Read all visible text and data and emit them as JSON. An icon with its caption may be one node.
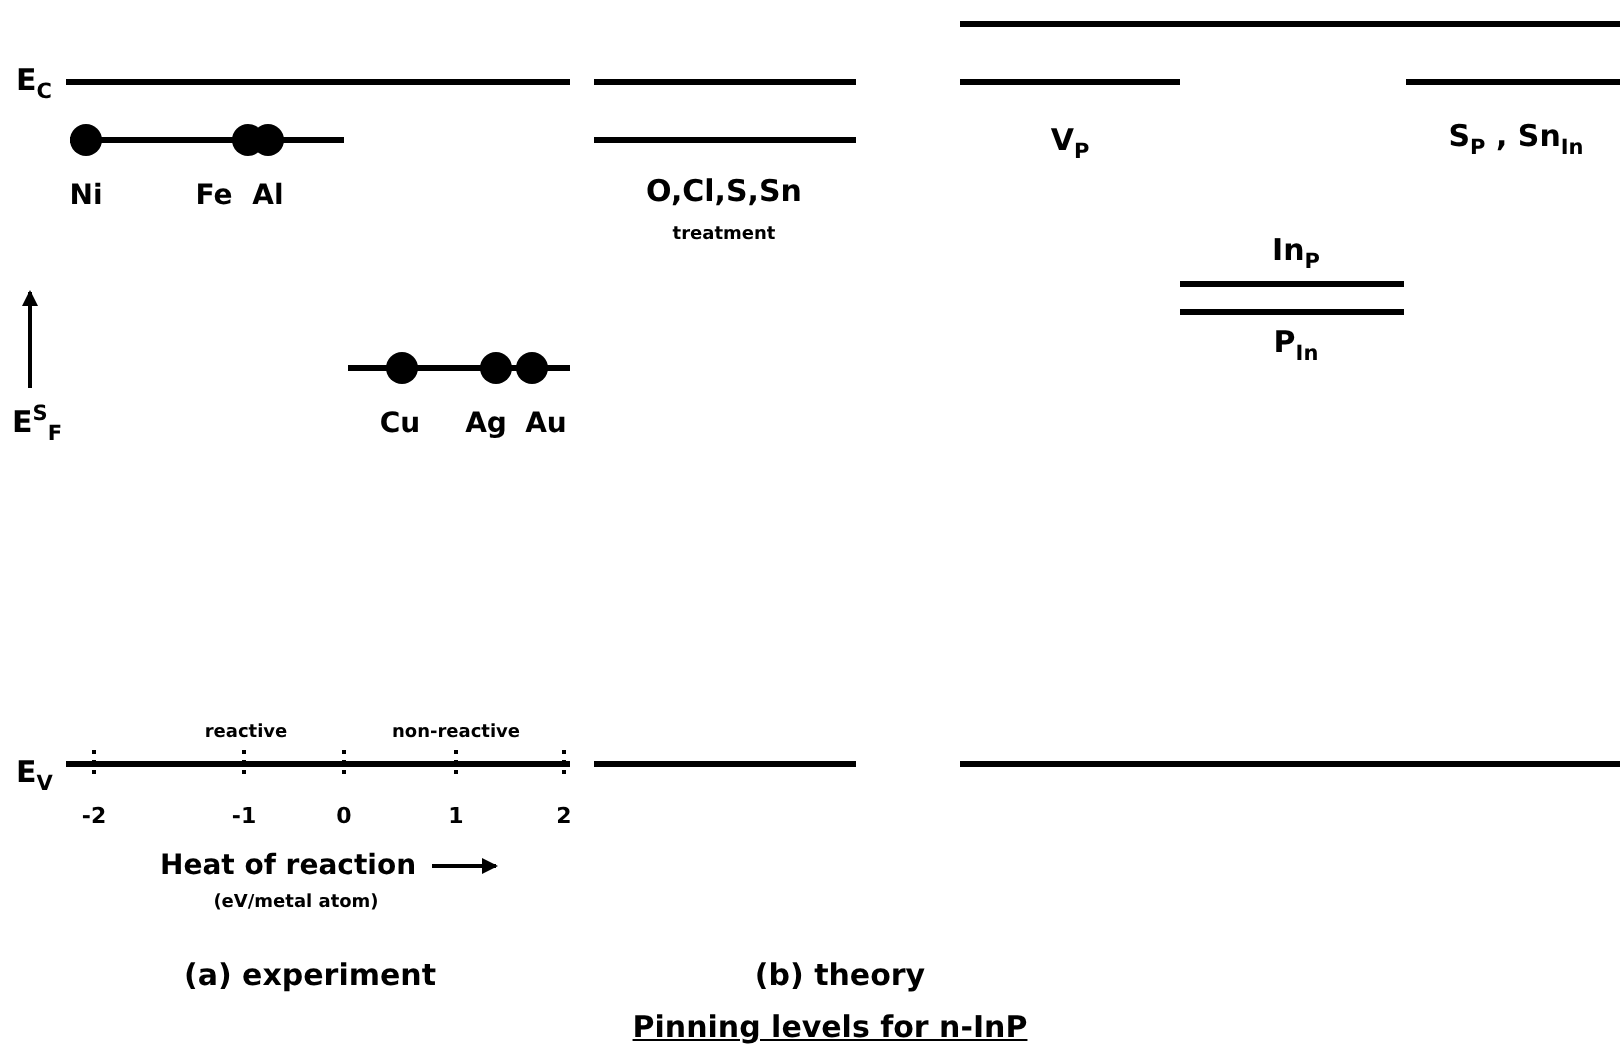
{
  "diagram": {
    "caption": "Pinning levels for n-InP",
    "labels": [
      "E$_{C}$",
      "Ni",
      "Fe",
      "Al",
      "O,Cl,S,Sn",
      "treatment",
      "V$_{P}$",
      "S$_{P}$ , Sn$_{In}$",
      "In$_{P}$",
      "P$_{In}$",
      "E$^{S}$$_{F}$",
      "Cu",
      "Ag",
      "Au",
      "reactive",
      "non-reactive",
      "E$_{V}$",
      "-2",
      "-1",
      "0",
      "1",
      "2",
      "Heat of reaction",
      "(eV/metal atom)",
      "(a) experiment",
      "(b) theory"
    ]
  }
}
